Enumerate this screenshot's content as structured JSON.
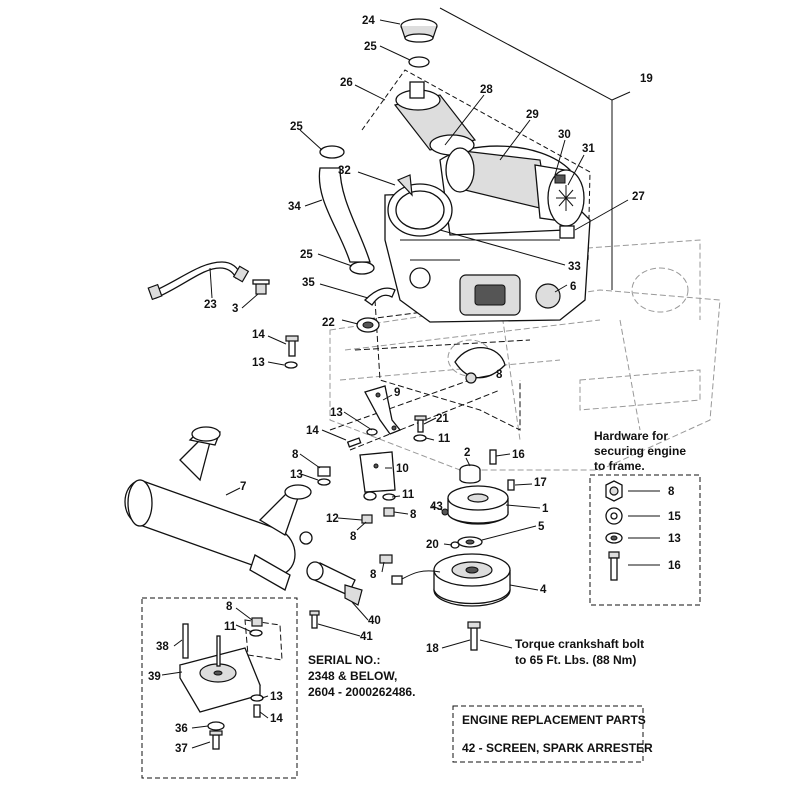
{
  "callouts": {
    "c24": "24",
    "c25a": "25",
    "c19": "19",
    "c26": "26",
    "c28": "28",
    "c29": "29",
    "c30": "30",
    "c31": "31",
    "c25b": "25",
    "c32": "32",
    "c27": "27",
    "c34": "34",
    "c25c": "25",
    "c33": "33",
    "c6": "6",
    "c23": "23",
    "c3": "3",
    "c35": "35",
    "c22": "22",
    "c14a": "14",
    "c13a": "13",
    "c8a": "8",
    "c9": "9",
    "c13b": "13",
    "c21": "21",
    "c14b": "14",
    "c11a": "11",
    "c8b": "8",
    "c13c": "13",
    "c10": "10",
    "c2": "2",
    "c16": "16",
    "c7": "7",
    "c17": "17",
    "c11b": "11",
    "c43": "43",
    "c12": "12",
    "c8c": "8",
    "c1": "1",
    "c8d": "8",
    "c5": "5",
    "c20": "20",
    "c8e": "8",
    "c4": "4",
    "c40": "40",
    "c41": "41",
    "c18": "18",
    "c8f": "8",
    "c38": "38",
    "c11c": "11",
    "c39": "39",
    "c13d": "13",
    "c14c": "14",
    "c36": "36",
    "c37": "37"
  },
  "hardware_box": {
    "title_line1": "Hardware for",
    "title_line2": "securing engine",
    "title_line3": "to frame.",
    "items": [
      "8",
      "15",
      "13",
      "16"
    ]
  },
  "torque_note": {
    "line1": "Torque crankshaft bolt",
    "line2": "to 65 Ft. Lbs. (88 Nm)"
  },
  "serial_note": {
    "line1": "SERIAL NO.:",
    "line2": "2348 & BELOW,",
    "line3": "2604 - 2000262486."
  },
  "engine_parts_box": {
    "title": "ENGINE REPLACEMENT PARTS",
    "item": "42 - SCREEN, SPARK ARRESTER"
  }
}
